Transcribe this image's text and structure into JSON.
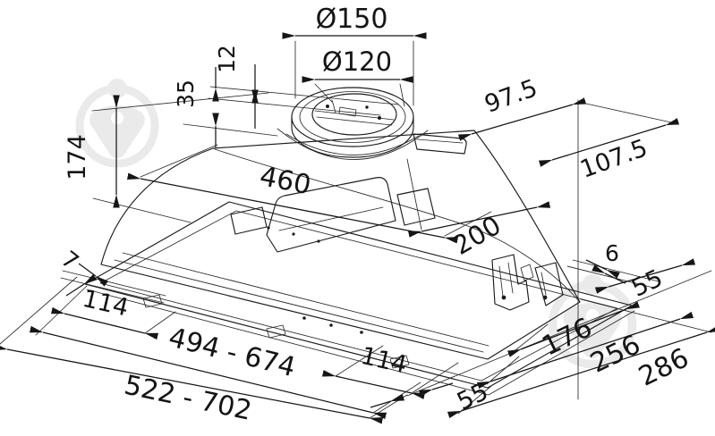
{
  "diagram": {
    "subject": "Built-in cooker hood — isometric dimension drawing",
    "line_color": "#1c1c1c",
    "dims": {
      "flange_outer_dia": "Ø150",
      "flange_inner_dia": "Ø120",
      "rim_lip_height": "12",
      "collar_height": "35",
      "body_height": "174",
      "top_width": "460",
      "slope_depth": "200",
      "top_depth_left": "97.5",
      "top_depth_right": "107.5",
      "corner_gap": "7",
      "left_inset": "114",
      "cutout_width_range": "494 - 674",
      "front_inset": "114",
      "front_gap": "55",
      "overall_width_range": "522 - 702",
      "rim_edge": "6",
      "side_gap": "55",
      "depth_short": "176",
      "depth_mid": "256",
      "depth_full": "286"
    }
  },
  "watermark": {
    "color": "#d7d7d7"
  }
}
